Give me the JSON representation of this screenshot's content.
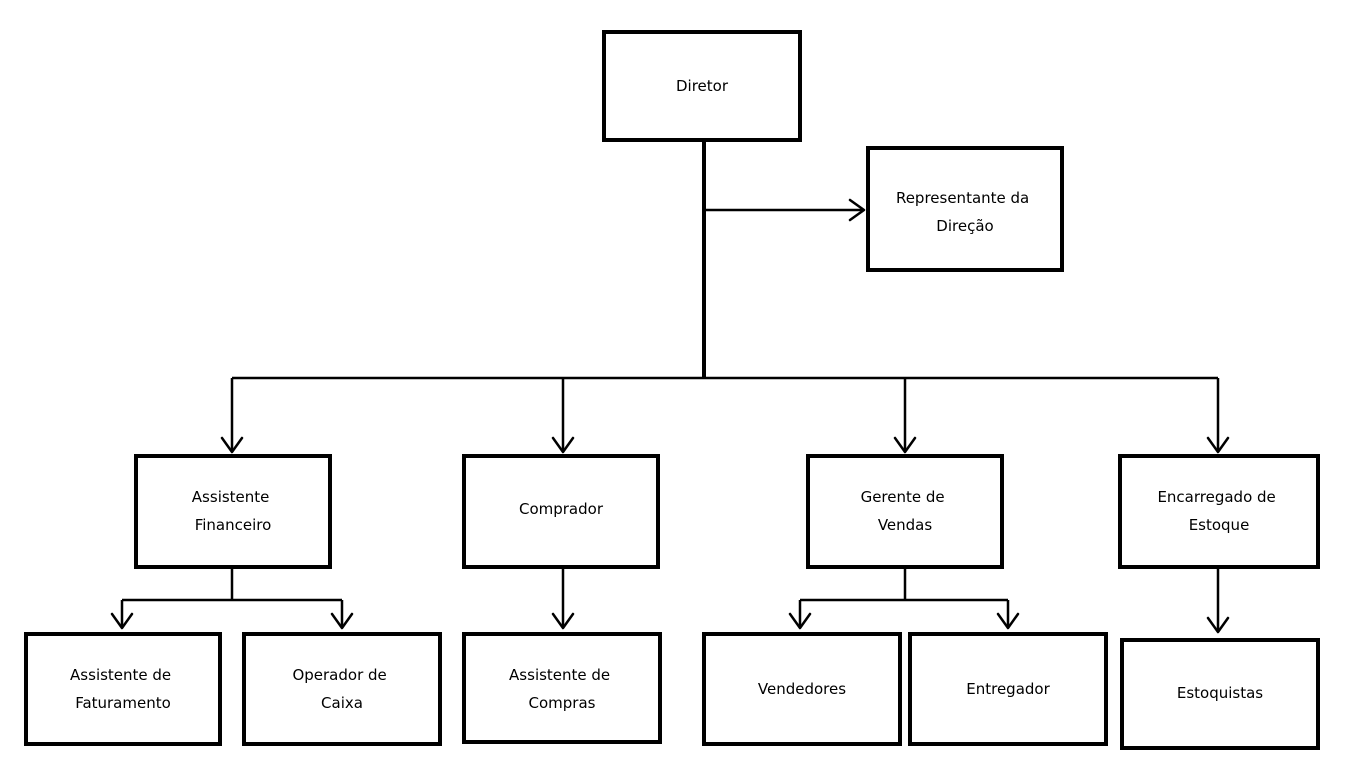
{
  "nodes": {
    "diretor": {
      "lines": [
        "Diretor"
      ]
    },
    "representante": {
      "lines": [
        "Representante da",
        "Direção"
      ]
    },
    "assistente_financeiro": {
      "lines": [
        "Assistente",
        "Financeiro"
      ]
    },
    "comprador": {
      "lines": [
        "Comprador"
      ]
    },
    "gerente_vendas": {
      "lines": [
        "Gerente de",
        "Vendas"
      ]
    },
    "encarregado_estoque": {
      "lines": [
        "Encarregado de",
        "Estoque"
      ]
    },
    "assistente_faturamento": {
      "lines": [
        "Assistente de",
        "Faturamento"
      ]
    },
    "operador_caixa": {
      "lines": [
        "Operador de",
        "Caixa"
      ]
    },
    "assistente_compras": {
      "lines": [
        "Assistente de",
        "Compras"
      ]
    },
    "vendedores": {
      "lines": [
        "Vendedores"
      ]
    },
    "entregador": {
      "lines": [
        "Entregador"
      ]
    },
    "estoquistas": {
      "lines": [
        "Estoquistas"
      ]
    }
  }
}
